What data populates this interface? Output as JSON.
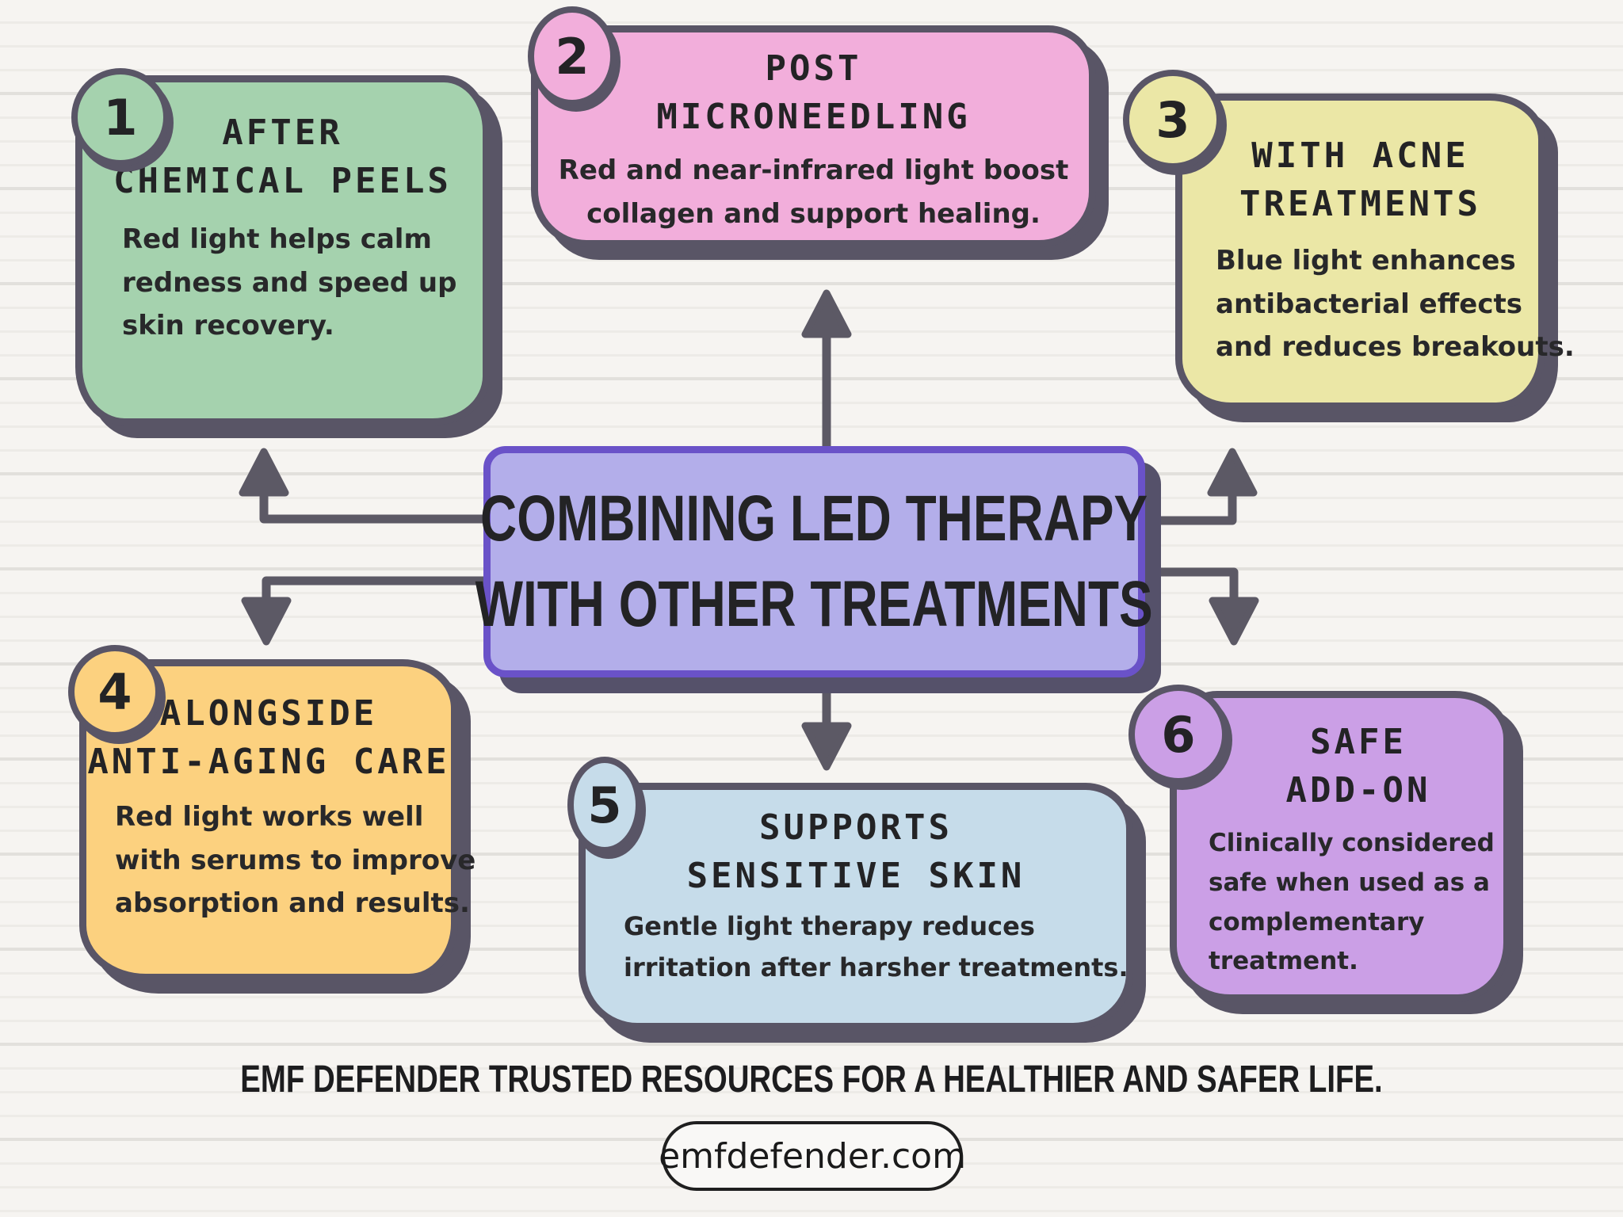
{
  "palette": {
    "background": "#f6f4f1",
    "outline": "#595566",
    "connector": "#5c5965",
    "text": "#232325",
    "center_fill": "#b3aeea",
    "center_border": "#6a52c8"
  },
  "center": {
    "title_lines": [
      "COMBINING LED THERAPY",
      "WITH OTHER TREATMENTS"
    ]
  },
  "boxes": [
    {
      "number": "1",
      "fill": "#a5d2ae",
      "title_lines": [
        "AFTER",
        "CHEMICAL PEELS"
      ],
      "body_lines": [
        "Red light helps calm",
        "redness and speed up",
        "skin recovery."
      ]
    },
    {
      "number": "2",
      "fill": "#f2aedb",
      "title_lines": [
        "POST",
        "MICRONEEDLING"
      ],
      "body_lines": [
        "Red and near-infrared light boost",
        "collagen and support healing."
      ]
    },
    {
      "number": "3",
      "fill": "#ebe7a6",
      "title_lines": [
        "WITH ACNE",
        "TREATMENTS"
      ],
      "body_lines": [
        "Blue light enhances",
        "antibacterial effects",
        "and reduces breakouts."
      ]
    },
    {
      "number": "4",
      "fill": "#fcd17f",
      "title_lines": [
        "ALONGSIDE",
        "ANTI-AGING CARE"
      ],
      "body_lines": [
        "Red light works well",
        "with serums to improve",
        "absorption and results."
      ]
    },
    {
      "number": "5",
      "fill": "#c6dcea",
      "title_lines": [
        "SUPPORTS",
        "SENSITIVE SKIN"
      ],
      "body_lines": [
        "Gentle light therapy reduces",
        "irritation after harsher treatments."
      ]
    },
    {
      "number": "6",
      "fill": "#cb9fe6",
      "title_lines": [
        "SAFE",
        "ADD-ON"
      ],
      "body_lines": [
        "Clinically considered",
        "safe when used as a",
        "complementary",
        "treatment."
      ]
    }
  ],
  "footer": {
    "tagline": "EMF DEFENDER TRUSTED RESOURCES FOR A HEALTHIER AND SAFER LIFE.",
    "website": "emfdefender.com"
  }
}
